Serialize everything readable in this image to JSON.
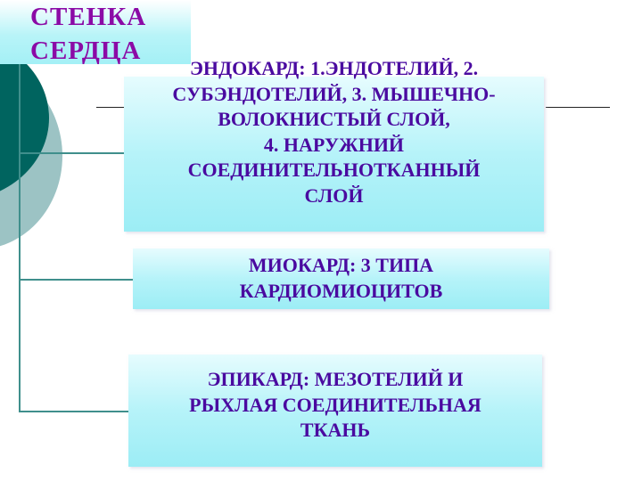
{
  "slide": {
    "title": "СТЕНКА\nСЕРДЦА",
    "colors": {
      "title_text": "#8b0aa6",
      "box_text": "#4a0aa0",
      "box_fill": "#b6f3f9",
      "line": "#3f8f8c",
      "circle_dark": "#00645f",
      "circle_light": "#9cc3c4"
    }
  },
  "layers": [
    {
      "id": "endocardium",
      "text": "ЭНДОКАРД: 1.ЭНДОТЕЛИЙ, 2.\nСУБЭНДОТЕЛИЙ,  3. МЫШЕЧНО-\nВОЛОКНИСТЫЙ СЛОЙ,\n4. НАРУЖНИЙ\nСОЕДИНИТЕЛЬНОТКАННЫЙ\nСЛОЙ"
    },
    {
      "id": "myocardium",
      "text": "МИОКАРД: 3 ТИПА\nКАРДИОМИОЦИТОВ"
    },
    {
      "id": "epicardium",
      "text": "ЭПИКАРД: МЕЗОТЕЛИЙ И\nРЫХЛАЯ СОЕДИНИТЕЛЬНАЯ\nТКАНЬ"
    }
  ]
}
